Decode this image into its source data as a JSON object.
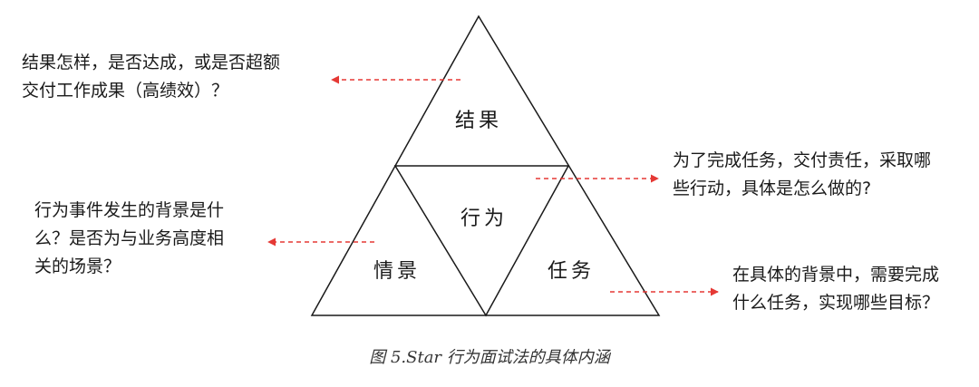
{
  "triangle": {
    "top": "结果",
    "center": "行为",
    "left": "情景",
    "right": "任务"
  },
  "notes": {
    "result": [
      "结果怎样，是否达成，或是否超额",
      "交付工作成果（高绩效）？"
    ],
    "behavior": [
      "为了完成任务，交付责任，采取哪",
      "些行动，具体是怎么做的?"
    ],
    "situation": [
      "行为事件发生的背景是什",
      "么？是否为与业务高度相",
      "关的场景？"
    ],
    "task": [
      "在具体的背景中，需要完成",
      "什么任务，实现哪些目标？"
    ]
  },
  "caption": "图  5.Star 行为面试法的具体内涵",
  "colors": {
    "line": "#1a1a1a",
    "arrow": "#e53935"
  }
}
